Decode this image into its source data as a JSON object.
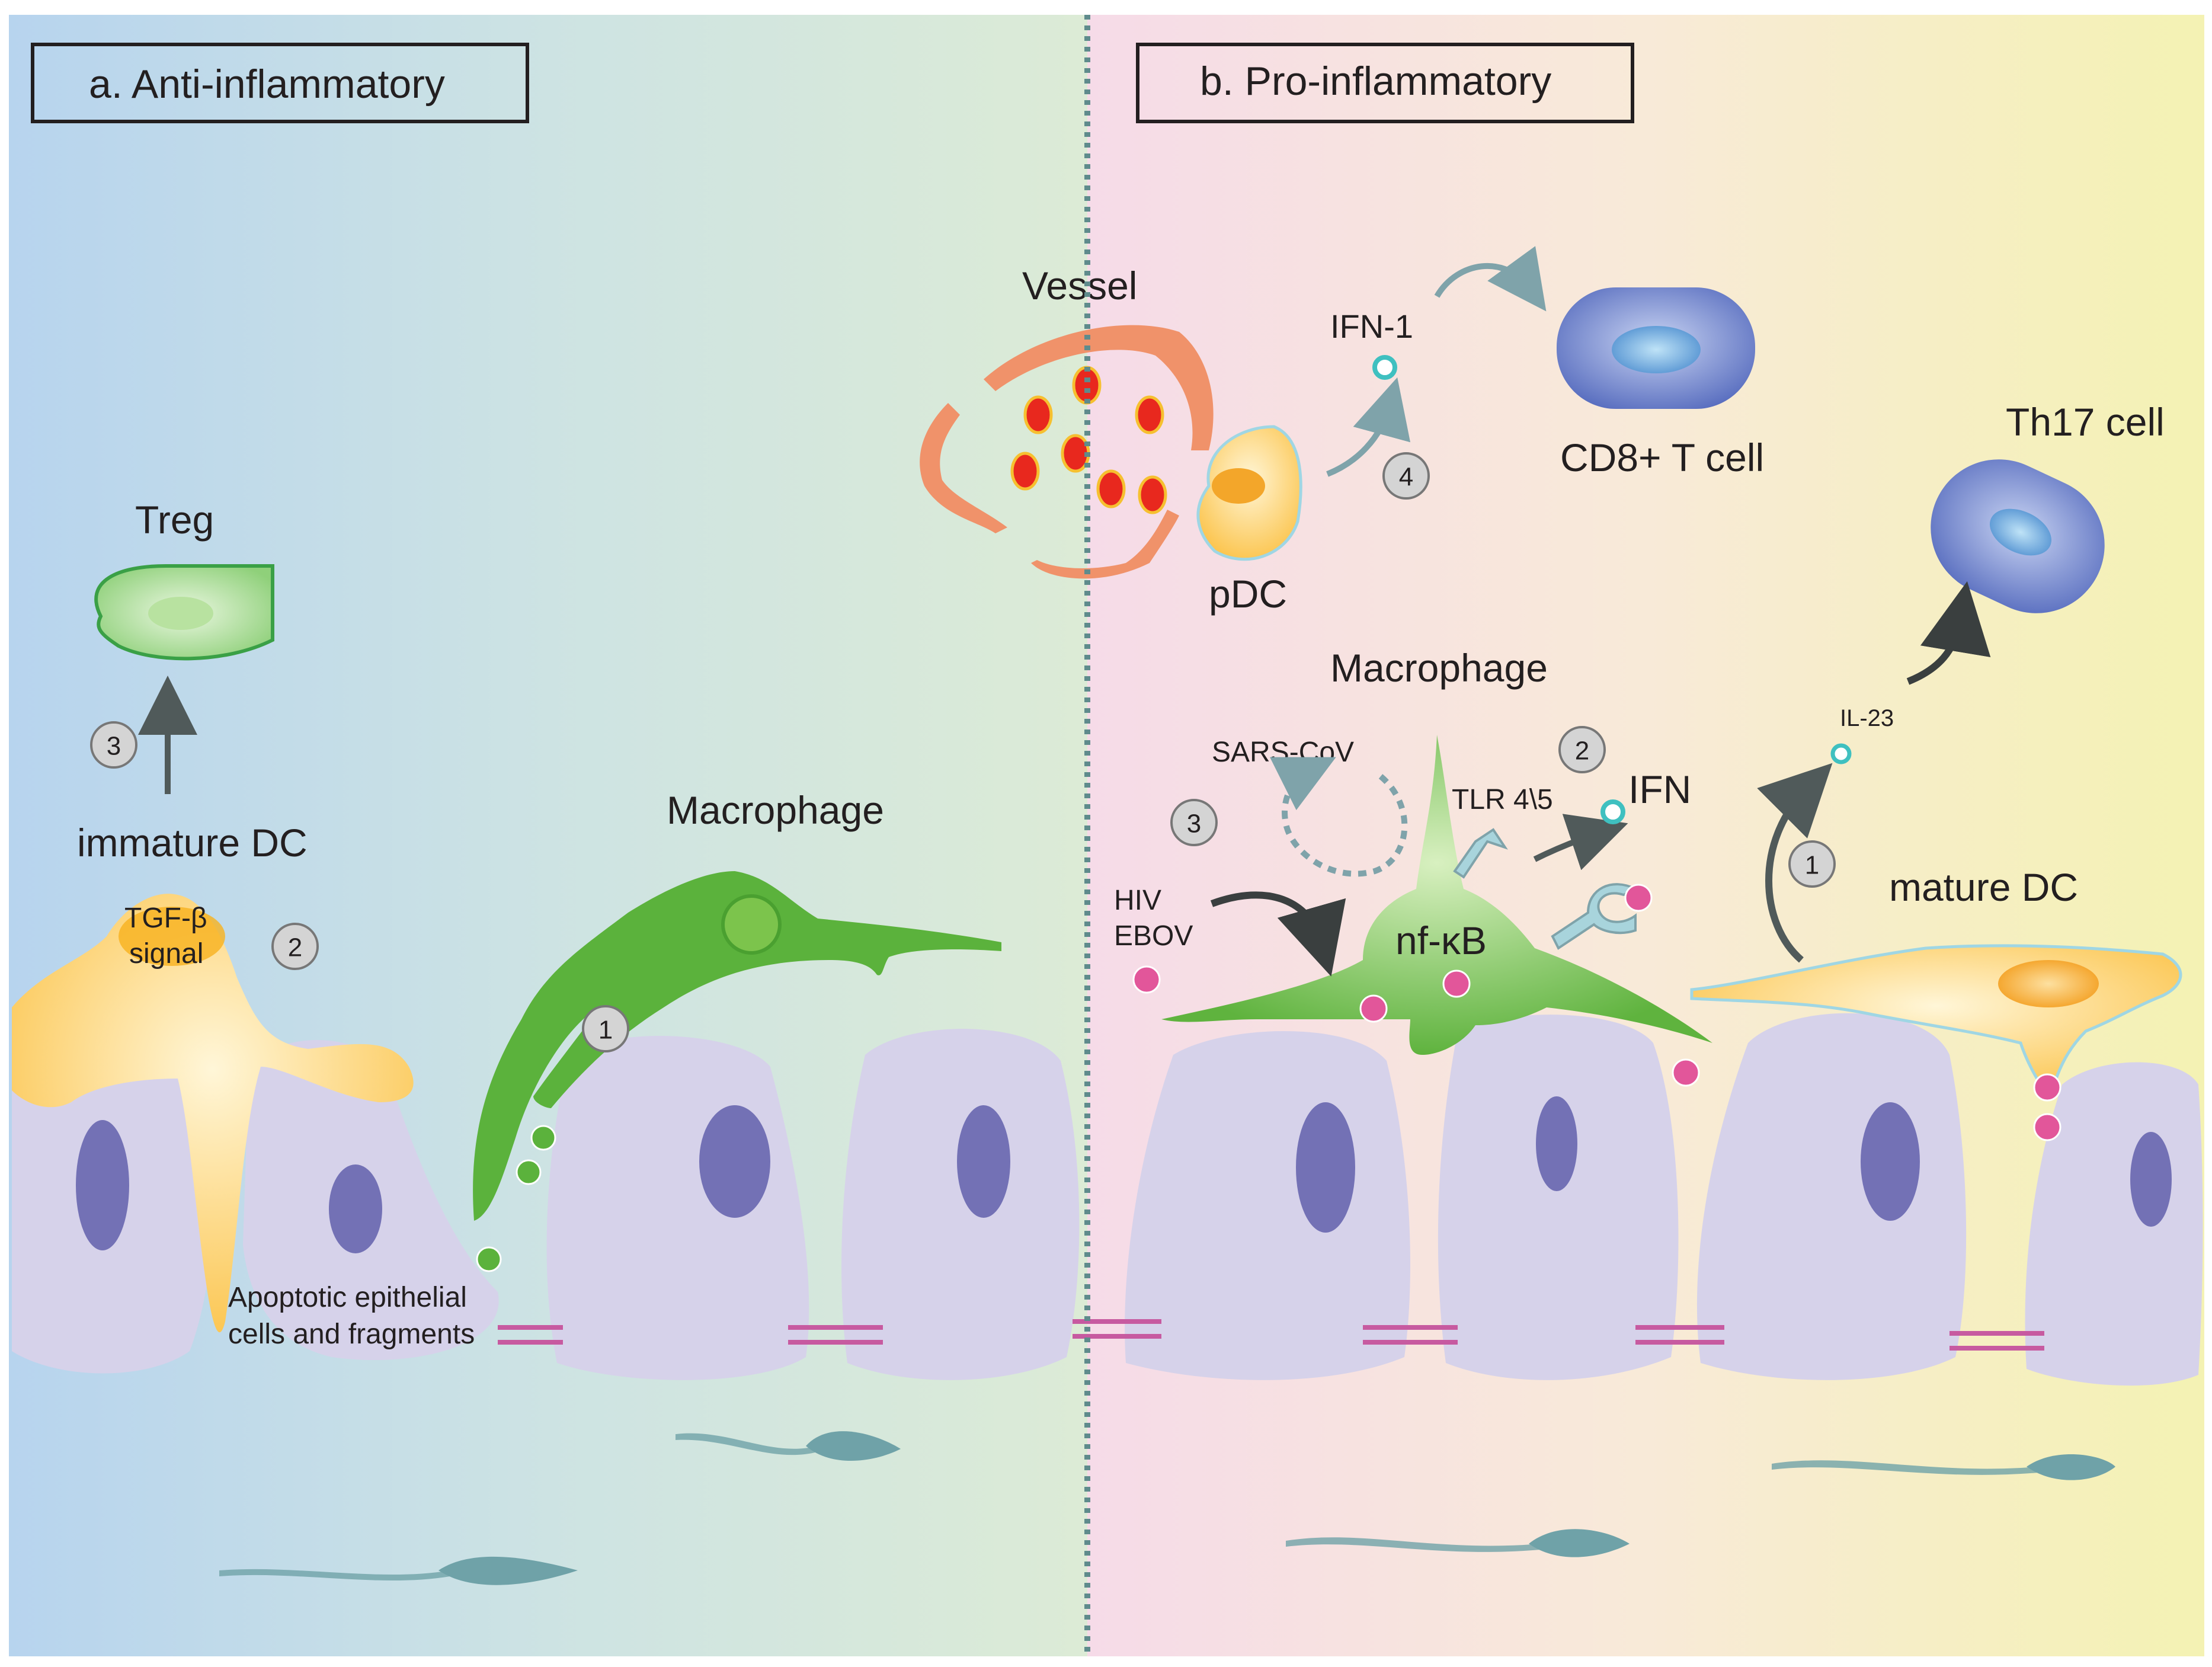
{
  "panels": {
    "left_title": "a. Anti-inflammatory",
    "right_title": "b. Pro-inflammatory"
  },
  "labels": {
    "treg": "Treg",
    "immature_dc": "immature DC",
    "tgf_line1": "TGF-β",
    "tgf_line2": "signal",
    "macrophage_left": "Macrophage",
    "apoptotic_line1": "Apoptotic epithelial",
    "apoptotic_line2": "cells and fragments",
    "vessel": "Vessel",
    "pdc": "pDC",
    "ifn1": "IFN-1",
    "cd8": "CD8+ T cell",
    "th17": "Th17 cell",
    "macrophage_right": "Macrophage",
    "sars": "SARS-CoV",
    "tlr": "TLR 4\\5",
    "ifn": "IFN",
    "hiv": "HIV",
    "ebov": "EBOV",
    "nfkb": "nf-κB",
    "il23": "IL-23",
    "mature_dc": "mature DC"
  },
  "steps": {
    "left_3": "3",
    "left_2": "2",
    "left_1": "1",
    "right_4": "4",
    "right_3": "3",
    "right_2": "2",
    "right_1": "1"
  },
  "colors": {
    "left_gradient_start": "#b7d4ee",
    "left_gradient_end": "#dcebd6",
    "right_gradient_start": "#f6dbe8",
    "right_gradient_end": "#f4f2b3",
    "epithelial_cell": "#d6d2ea",
    "nucleus": "#7371b5",
    "macrophage_green": "#6dbd45",
    "dc_yellow": "#fbc34a",
    "t_cell_blue": "#6e83cf",
    "vessel_orange": "#f0926a",
    "rbc_red": "#e8281e",
    "virus_pink": "#e2569a",
    "tight_junction": "#c75aa0",
    "divider": "#5f8b8c",
    "arrow_grey": "#505a5a",
    "arrow_teal": "#7fa3aa"
  }
}
